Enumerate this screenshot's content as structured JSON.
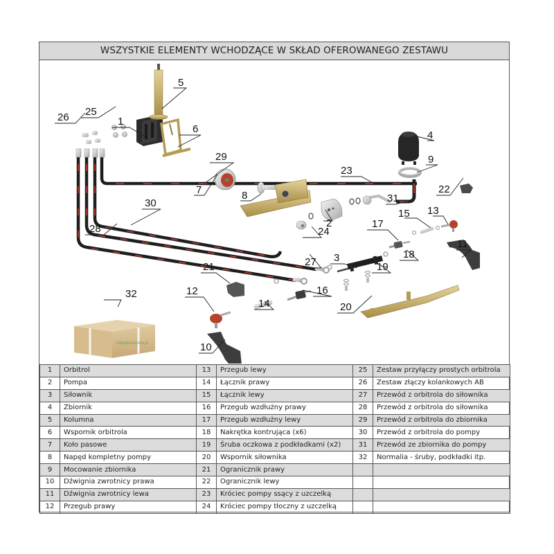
{
  "title": "WSZYSTKIE ELEMENTY WCHODZĄCE W SKŁAD OFEROWANEGO ZESTAWU",
  "diagram": {
    "callouts": [
      "1",
      "2",
      "3",
      "4",
      "5",
      "6",
      "7",
      "8",
      "9",
      "10",
      "11",
      "12",
      "13",
      "14",
      "15",
      "16",
      "17",
      "18",
      "19",
      "20",
      "21",
      "22",
      "23",
      "24",
      "25",
      "26",
      "27",
      "28",
      "29",
      "30",
      "31",
      "32"
    ],
    "box_brand_text": "sklepdlarolnika.pl",
    "colors": {
      "hose": "#1e1e1e",
      "hose_stripe": "#c0392b",
      "metal": "#c8c2a0",
      "brass": "#c9b26a",
      "dark_part": "#2b2b2b",
      "red_part": "#b5432a",
      "box": "#d2b88c"
    }
  },
  "parts": [
    {
      "no": "1",
      "name": "Orbitrol"
    },
    {
      "no": "2",
      "name": "Pompa"
    },
    {
      "no": "3",
      "name": "Siłownik"
    },
    {
      "no": "4",
      "name": "Zbiornik"
    },
    {
      "no": "5",
      "name": "Kolumna"
    },
    {
      "no": "6",
      "name": "Wspornik orbitrola"
    },
    {
      "no": "7",
      "name": "Koło pasowe"
    },
    {
      "no": "8",
      "name": "Napęd kompletny pompy"
    },
    {
      "no": "9",
      "name": "Mocowanie zbiornika"
    },
    {
      "no": "10",
      "name": "Dźwignia zwrotnicy prawa"
    },
    {
      "no": "11",
      "name": "Dźwignia zwrotnicy lewa"
    },
    {
      "no": "12",
      "name": "Przegub prawy"
    },
    {
      "no": "13",
      "name": "Przegub lewy"
    },
    {
      "no": "14",
      "name": "Łącznik prawy"
    },
    {
      "no": "15",
      "name": "Łącznik lewy"
    },
    {
      "no": "16",
      "name": "Przegub wzdłużny prawy"
    },
    {
      "no": "17",
      "name": "Przegub wzdłużny lewy"
    },
    {
      "no": "18",
      "name": "Nakrętka kontrująca (x6)"
    },
    {
      "no": "19",
      "name": "Śruba oczkowa z podkładkami (x2)"
    },
    {
      "no": "20",
      "name": "Wspornik siłownika"
    },
    {
      "no": "21",
      "name": "Ogranicznik prawy"
    },
    {
      "no": "22",
      "name": "Ogranicznik lewy"
    },
    {
      "no": "23",
      "name": "Króciec pompy ssący z uzczelką"
    },
    {
      "no": "24",
      "name": "Króciec pompy tłoczny z uzczelką"
    },
    {
      "no": "25",
      "name": "Zestaw przyłączy prostych orbitrola"
    },
    {
      "no": "26",
      "name": "Zestaw złączy kolankowych AB"
    },
    {
      "no": "27",
      "name": "Przewód z orbitrola do siłownika"
    },
    {
      "no": "28",
      "name": "Przewód z orbitrola do siłownika"
    },
    {
      "no": "29",
      "name": "Przewód z orbitrola do zbiornika"
    },
    {
      "no": "30",
      "name": "Przewód z orbitrola do pompy"
    },
    {
      "no": "31",
      "name": "Przewód ze zbiornika do pompy"
    },
    {
      "no": "32",
      "name": "Normalia - śruby, podkładki itp."
    }
  ]
}
